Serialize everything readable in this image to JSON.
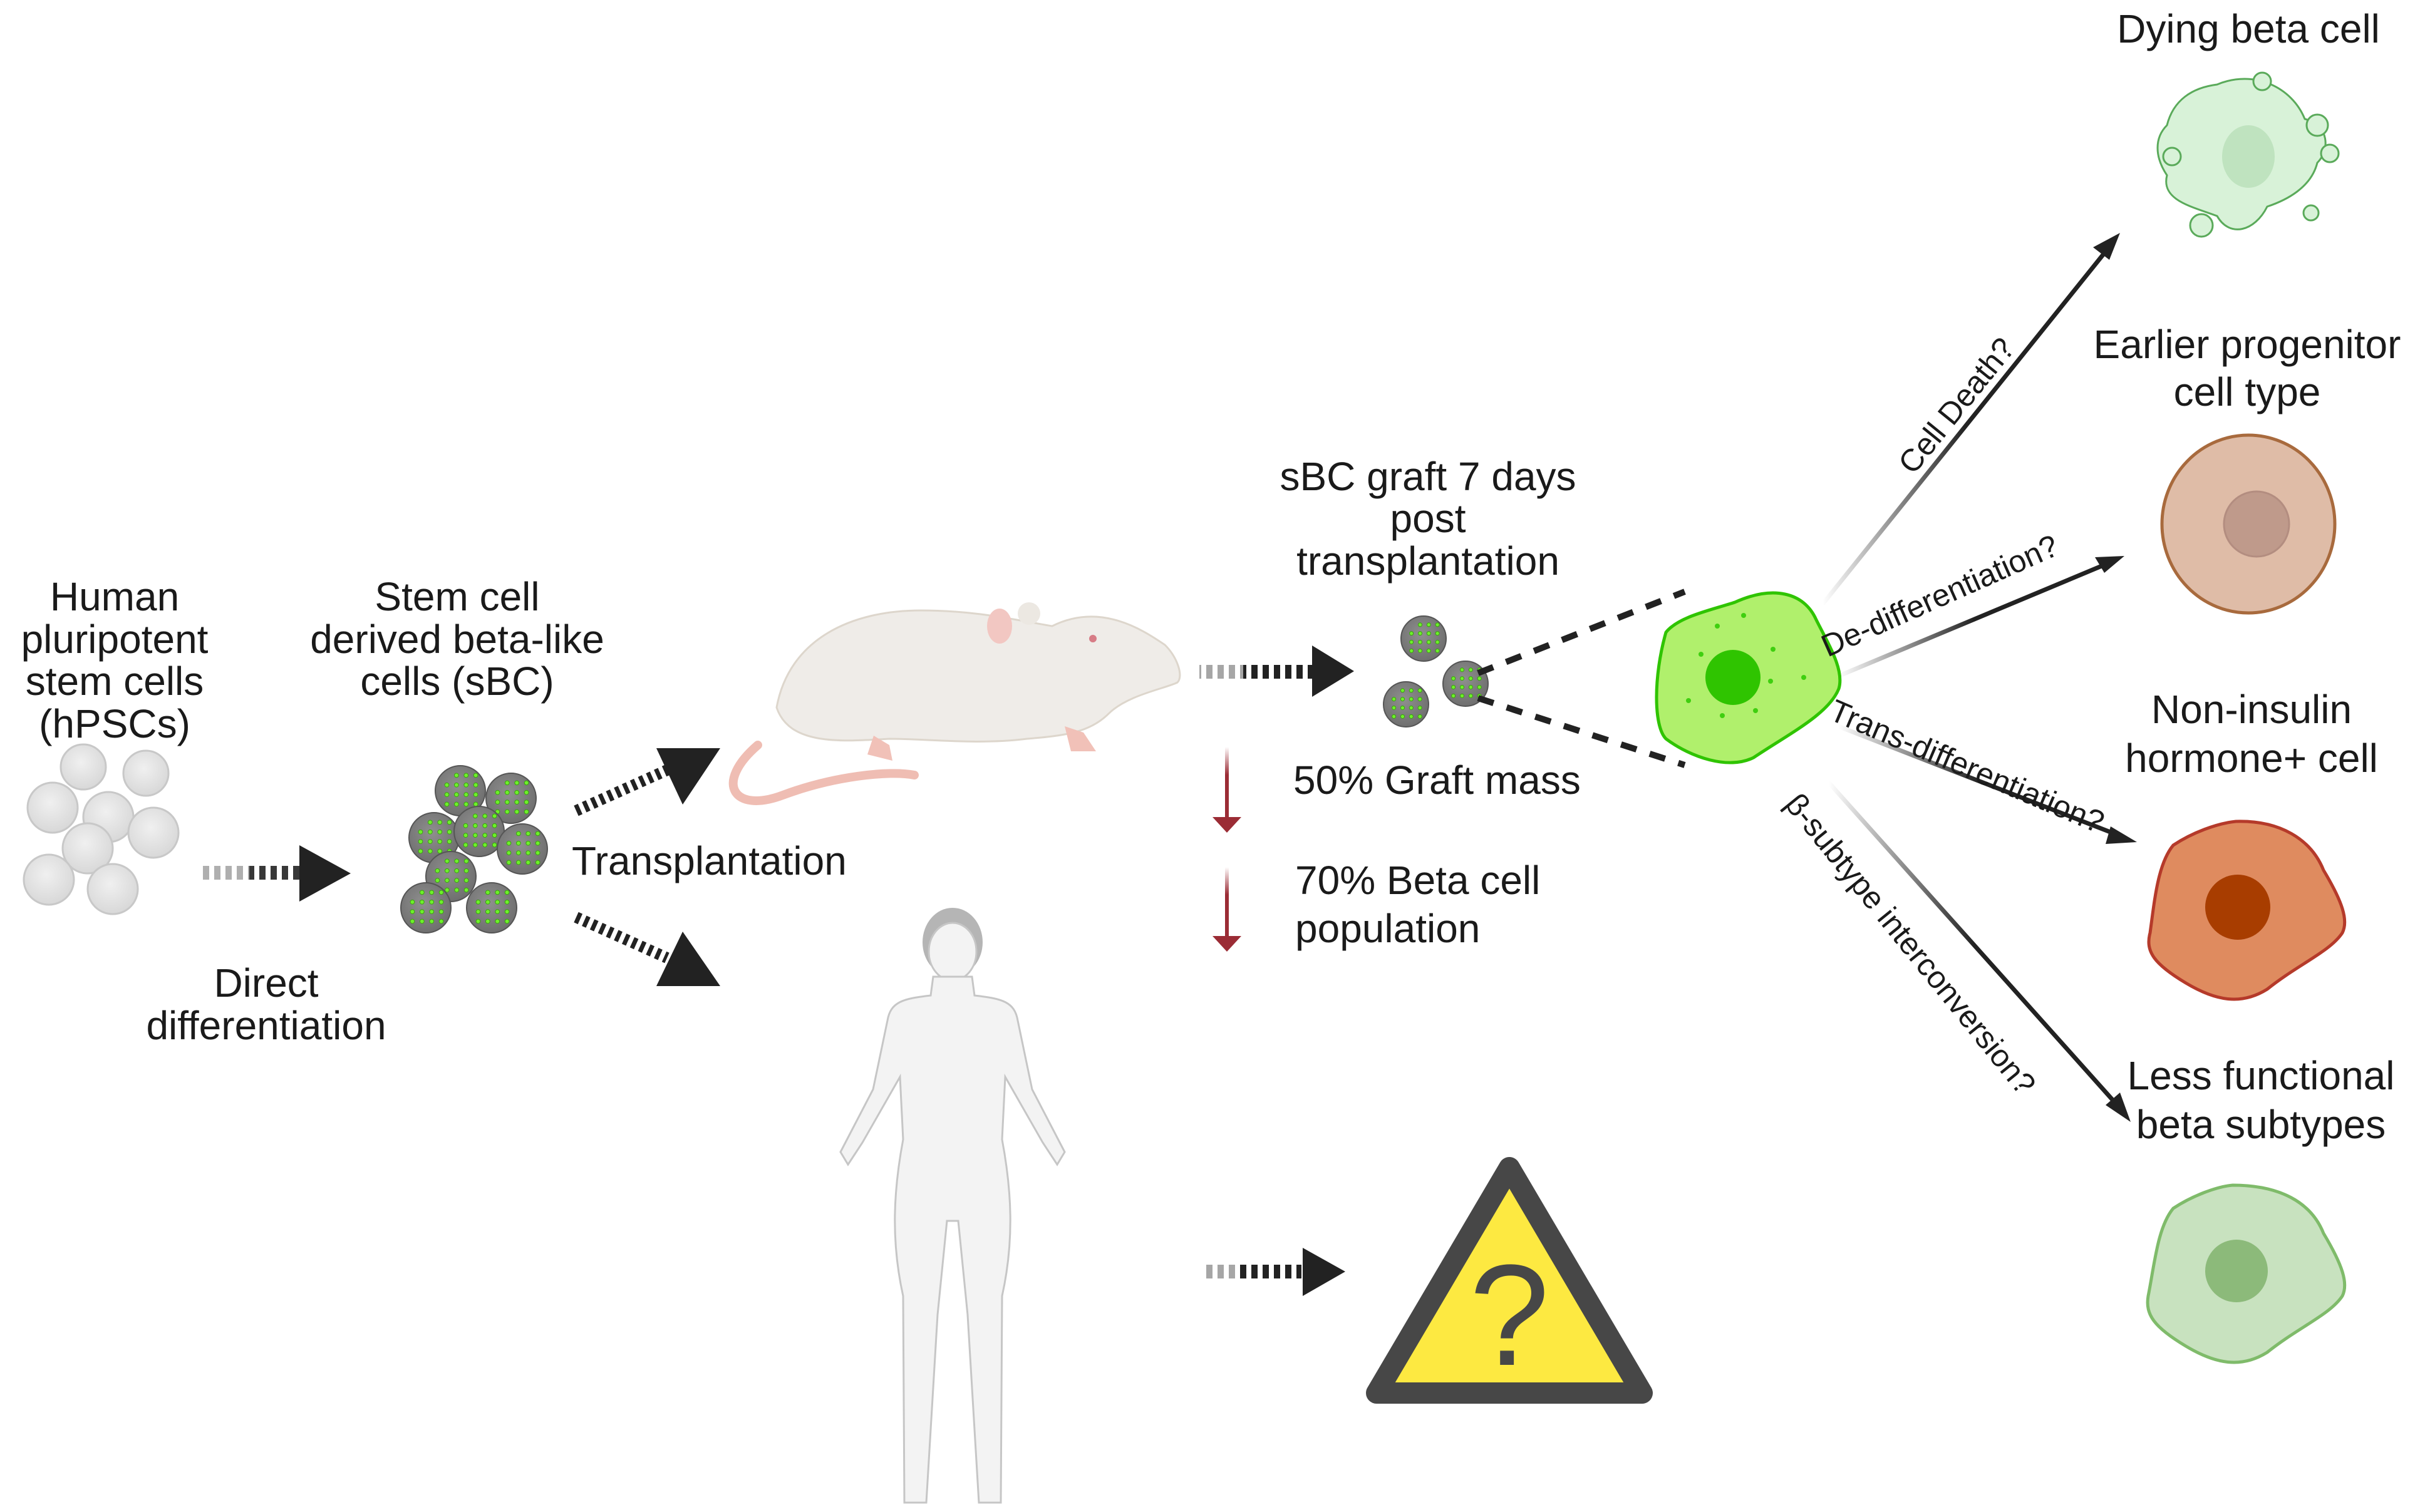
{
  "labels": {
    "hpsc": [
      "Human",
      "pluripotent",
      "stem cells",
      "(hPSCs)"
    ],
    "sbc": [
      "Stem cell",
      "derived beta-like",
      "cells (sBC)"
    ],
    "direct_diff": [
      "Direct",
      "differentiation"
    ],
    "transplantation": "Transplantation",
    "graft_title": [
      "sBC graft 7 days",
      "post",
      "transplantation"
    ],
    "graft_mass": "50% Graft mass",
    "beta_pop": [
      "70% Beta cell",
      "population"
    ],
    "dying": "Dying beta cell",
    "progenitor": [
      "Earlier progenitor",
      "cell type"
    ],
    "non_insulin": [
      "Non-insulin",
      "hormone+ cell"
    ],
    "less_functional": [
      "Less functional",
      "beta subtypes"
    ]
  },
  "arrow_labels": {
    "cell_death": "Cell Death?",
    "de_diff": "De-differentiation?",
    "trans_diff": "Trans-differentiation?",
    "subtype": "β-subtype interconversion?"
  },
  "warning_symbol": "?",
  "colors": {
    "decrease_arrow": "#9b2c35",
    "beta_cell_fill": "#b0f06c",
    "beta_cell_nucleus": "#2fc400",
    "progenitor_fill": "#dfbca7",
    "progenitor_nucleus": "#bf9a8b",
    "non_insulin_fill": "#df8b5f",
    "non_insulin_nucleus": "#a83d00",
    "less_func_fill": "#c8e2bf",
    "less_func_nucleus": "#8cba7a",
    "dying_fill": "#d8f2d8",
    "warning_fill": "#fde941",
    "warning_stroke": "#474747"
  }
}
